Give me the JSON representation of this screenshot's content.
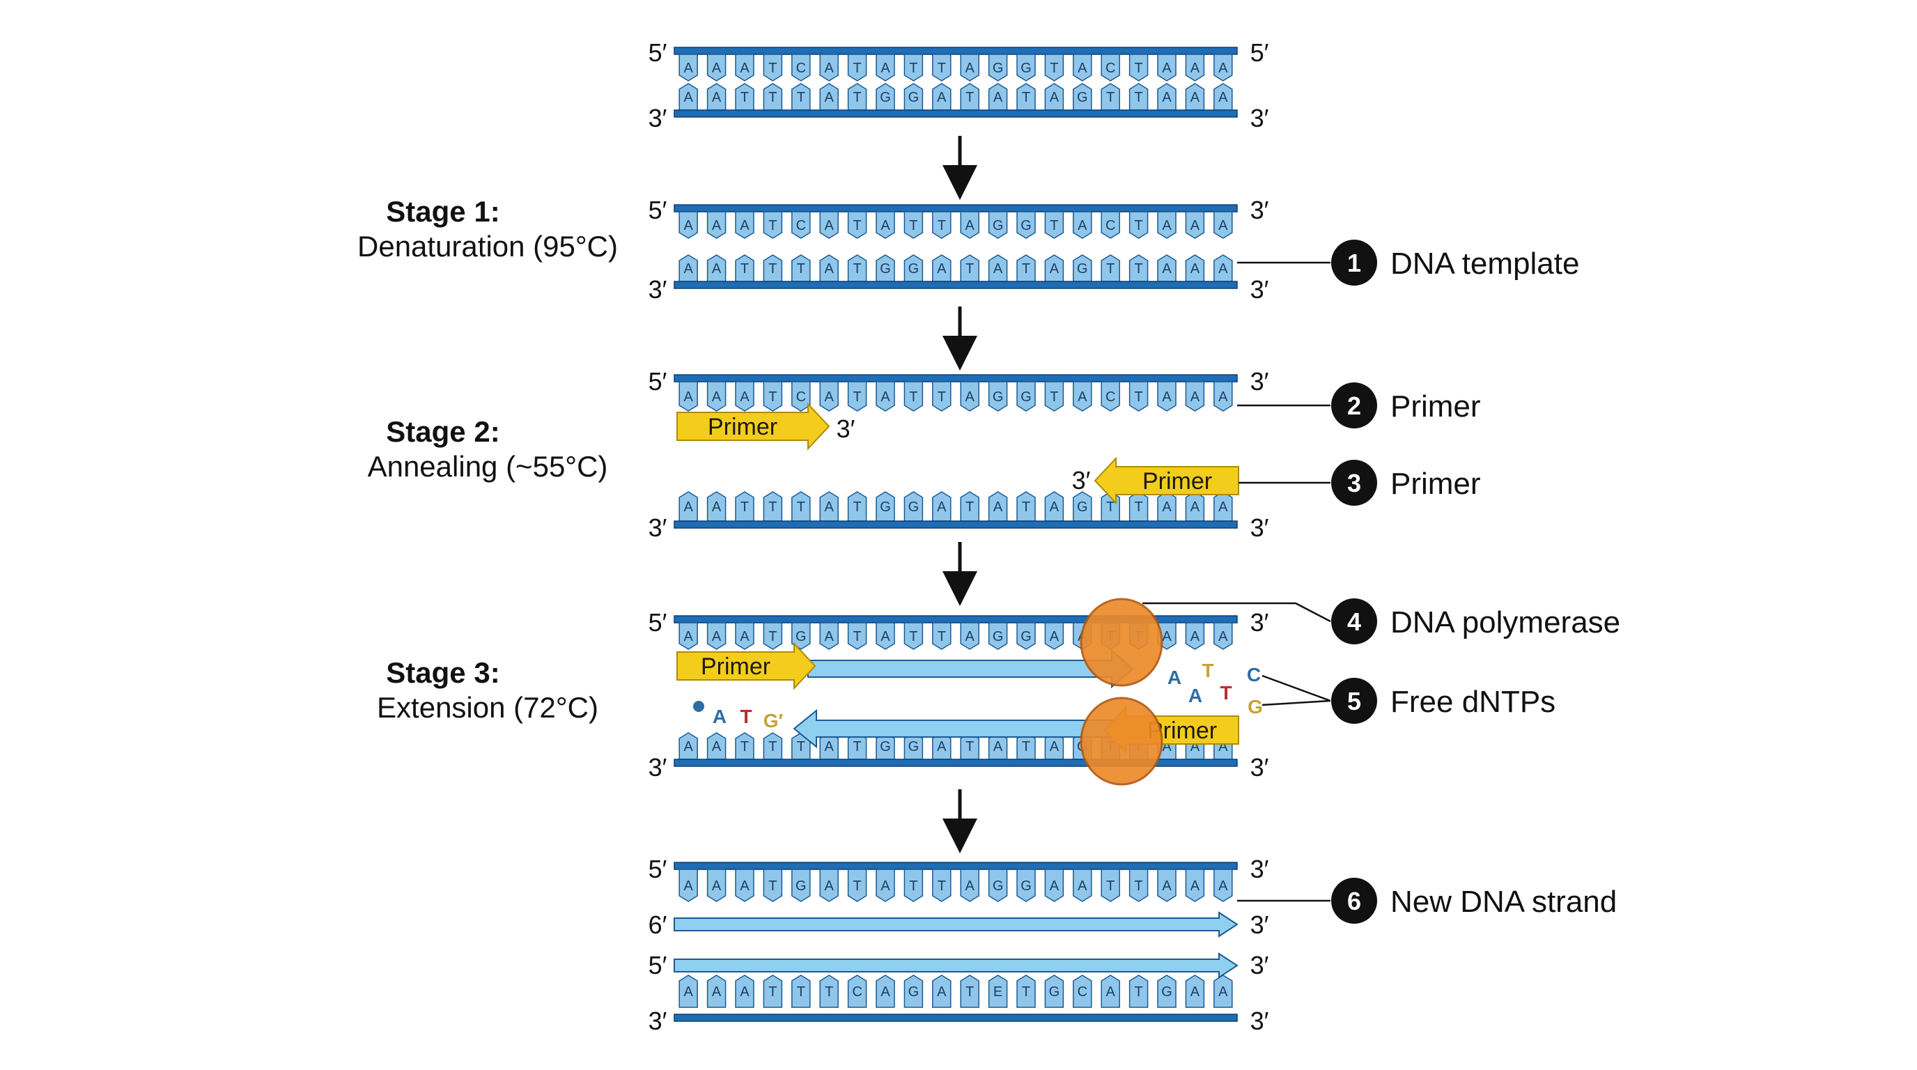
{
  "colors": {
    "backbone": "#1e6db5",
    "backbone_dark": "#0d3f73",
    "base_fill": "#8fc6ea",
    "base_stroke": "#1d5a93",
    "new_strand": "#8fd0f0",
    "primer": "#f4cd1c",
    "primer_stroke": "#b08a00",
    "polymerase": "#ec8a2a",
    "callout_bg": "#111111"
  },
  "sequences": {
    "top": [
      "A",
      "A",
      "A",
      "T",
      "C",
      "A",
      "T",
      "A",
      "T",
      "T",
      "A",
      "G",
      "G",
      "T",
      "A",
      "C",
      "T",
      "A",
      "A",
      "A"
    ],
    "bottom": [
      "A",
      "A",
      "T",
      "T",
      "T",
      "A",
      "T",
      "G",
      "G",
      "A",
      "T",
      "A",
      "T",
      "A",
      "G",
      "T",
      "T",
      "A",
      "A",
      "A"
    ],
    "new_top": [
      "A",
      "A",
      "A",
      "T",
      "G",
      "A",
      "T",
      "A",
      "T",
      "T",
      "A",
      "G",
      "G",
      "A",
      "A",
      "T",
      "T",
      "A",
      "A",
      "A"
    ],
    "new_bottom": [
      "A",
      "A",
      "A",
      "T",
      "T",
      "T",
      "C",
      "A",
      "G",
      "A",
      "T",
      "E",
      "T",
      "G",
      "C",
      "A",
      "T",
      "G",
      "A",
      "A"
    ]
  },
  "ends": {
    "five": "5′",
    "three": "3′",
    "six": "6′"
  },
  "stages": [
    {
      "title": "Stage 1:",
      "subtitle": "Denaturation (95°C)"
    },
    {
      "title": "Stage 2:",
      "subtitle": "Annealing (~55°C)"
    },
    {
      "title": "Stage 3:",
      "subtitle": "Extension (72°C)"
    }
  ],
  "primer_label": "Primer",
  "callouts": [
    {
      "num": "1",
      "text": "DNA template"
    },
    {
      "num": "2",
      "text": "Primer"
    },
    {
      "num": "3",
      "text": "Primer"
    },
    {
      "num": "4",
      "text": "DNA polymerase"
    },
    {
      "num": "5",
      "text": "Free dNTPs"
    },
    {
      "num": "6",
      "text": "New DNA strand"
    }
  ],
  "dntps_right": [
    {
      "letter": "A",
      "color": "#2e6da4"
    },
    {
      "letter": "T",
      "color": "#c9a236"
    },
    {
      "letter": "C",
      "color": "#2e6da4"
    },
    {
      "letter": "A",
      "color": "#2e6da4"
    },
    {
      "letter": "T",
      "color": "#b3322c"
    },
    {
      "letter": "G",
      "color": "#c9a236"
    }
  ],
  "dntps_left": [
    {
      "letter": "A",
      "color": "#2e6da4"
    },
    {
      "letter": "T",
      "color": "#b3322c"
    },
    {
      "letter": "G′",
      "color": "#c9a236"
    }
  ]
}
